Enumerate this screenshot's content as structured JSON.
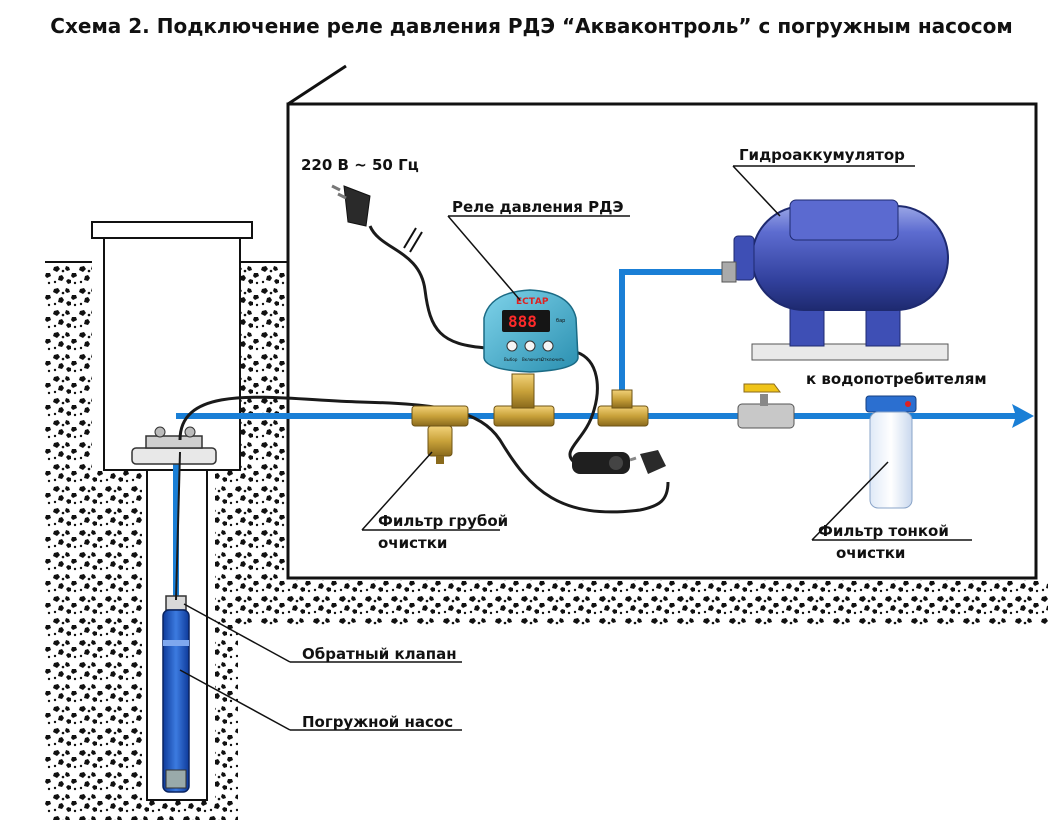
{
  "title": "Схема 2. Подключение реле давления РДЭ “Акваконтроль” с погружным насосом",
  "labels": {
    "power": "220 В ~ 50 Гц",
    "relay": "Реле давления РДЭ",
    "accumulator": "Гидроаккумулятор",
    "consumers": "к водопотребителям",
    "coarse_filter_1": "Фильтр грубой",
    "coarse_filter_2": "очистки",
    "fine_filter_1": "Фильтр тонкой",
    "fine_filter_2": "очистки",
    "check_valve": "Обратный клапан",
    "pump": "Погружной насос"
  },
  "relay_device": {
    "brand": "ЕСТАР",
    "display": "888",
    "unit": "бар",
    "button_captions": [
      "Выбор",
      "Включить",
      "Отключить"
    ]
  },
  "colors": {
    "pipe": "#1a7fd6",
    "tank": "#3e4fb5",
    "relay_body": "#3aa9c9",
    "display_digits": "#ff2a2a",
    "brass": "#c9a23a",
    "cable": "#1a1a1a",
    "soil": "#111111"
  },
  "icons": [
    "relay-device-icon",
    "accumulator-tank-icon",
    "plug-icon",
    "socket-icon",
    "arrow-right-icon"
  ]
}
